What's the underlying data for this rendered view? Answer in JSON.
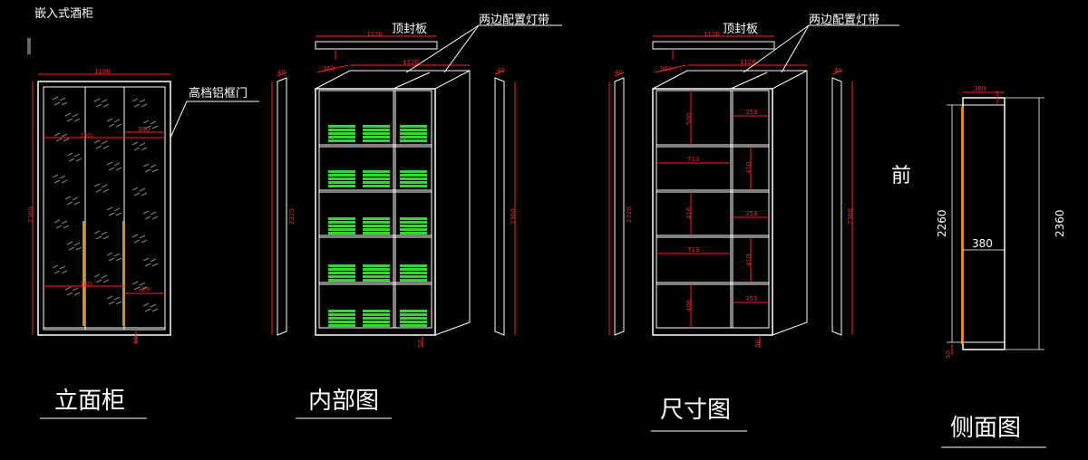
{
  "page": {
    "title": "嵌入式酒柜",
    "front_marker": "前",
    "colors": {
      "background": "#000000",
      "outline": "#ffffff",
      "dimension": "#ff2020",
      "bottle": "#35d631",
      "led": "#e08a2a"
    }
  },
  "labels": {
    "top_panel_1": "顶封板",
    "led_strip_1": "两边配置灯带",
    "top_panel_2": "顶封板",
    "led_strip_2": "两边配置灯带",
    "door": "高档铝框门"
  },
  "captions": {
    "front_view": "立面柜",
    "interior_view": "内部图",
    "dimension_view": "尺寸图",
    "side_view": "侧面图"
  },
  "dims": {
    "top_panel_width_1": "1120",
    "top_panel_width_2": "1120",
    "front_width": "1160",
    "front_height": "2360",
    "inner_width_a": "780",
    "inner_width_b": "780",
    "col_width_a": "380",
    "col_width_b": "329",
    "front_base": "50",
    "panel_a_w": "40",
    "panel_a_h": "2320",
    "interior_depth": "360",
    "interior_width": "1120",
    "interior_height": "2320",
    "panel_b_w": "40",
    "panel_b_h": "2360",
    "size_depth": "360",
    "size_width": "1120",
    "size_height": "2360",
    "size_shelf_gap": "500",
    "size_left_w_1": "713",
    "size_left_w_2": "713",
    "size_right_w_1": "353",
    "size_right_w_2": "353",
    "size_right_w_3": "353",
    "size_h_1": "410",
    "size_h_2": "416",
    "size_h_3": "410",
    "size_h_4": "406",
    "size_base": "50",
    "side_top": "380",
    "side_width": "380",
    "side_inner_h": "2260",
    "side_outer_h": "2360",
    "side_base": "50"
  }
}
